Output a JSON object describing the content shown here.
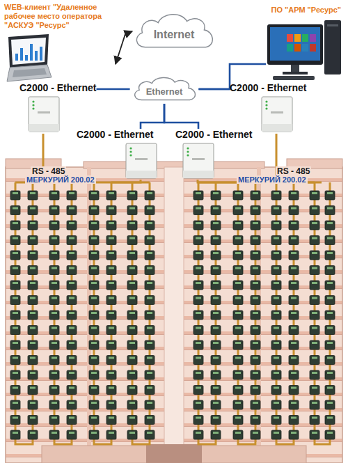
{
  "diagram": {
    "nodes": [
      {
        "text": [
          "Internet"
        ]
      },
      {
        "text": [
          "Ethernet"
        ]
      },
      {
        "text": [
          "WEB-клиент \"Удаленное рабочее место оператора \"АСКУЭ \"Ресурс\""
        ]
      },
      {
        "text": [
          "ПО \"АРМ \"Ресурс\""
        ]
      },
      {
        "text": [
          "C2000 - Ethernet"
        ]
      },
      {
        "text": [
          "C2000 - Ethernet"
        ]
      },
      {
        "text": [
          "C2000 - Ethernet"
        ]
      },
      {
        "text": [
          "C2000 - Ethernet"
        ]
      }
    ],
    "edges": [
      {
        "from": 2,
        "to": 0,
        "arrow": "both"
      },
      {
        "from": 1,
        "to": 3,
        "arrow": "none"
      },
      {
        "from": 1,
        "to": 4,
        "arrow": "none"
      },
      {
        "from": 1,
        "to": 5,
        "arrow": "none"
      },
      {
        "from": 1,
        "to": 6,
        "arrow": "none"
      },
      {
        "from": 1,
        "to": 7,
        "arrow": "none"
      }
    ],
    "labels": [
      "RS - 485",
      "RS - 485",
      "МЕРКУРИЙ 200.02",
      "МЕРКУРИЙ 200.02"
    ]
  }
}
